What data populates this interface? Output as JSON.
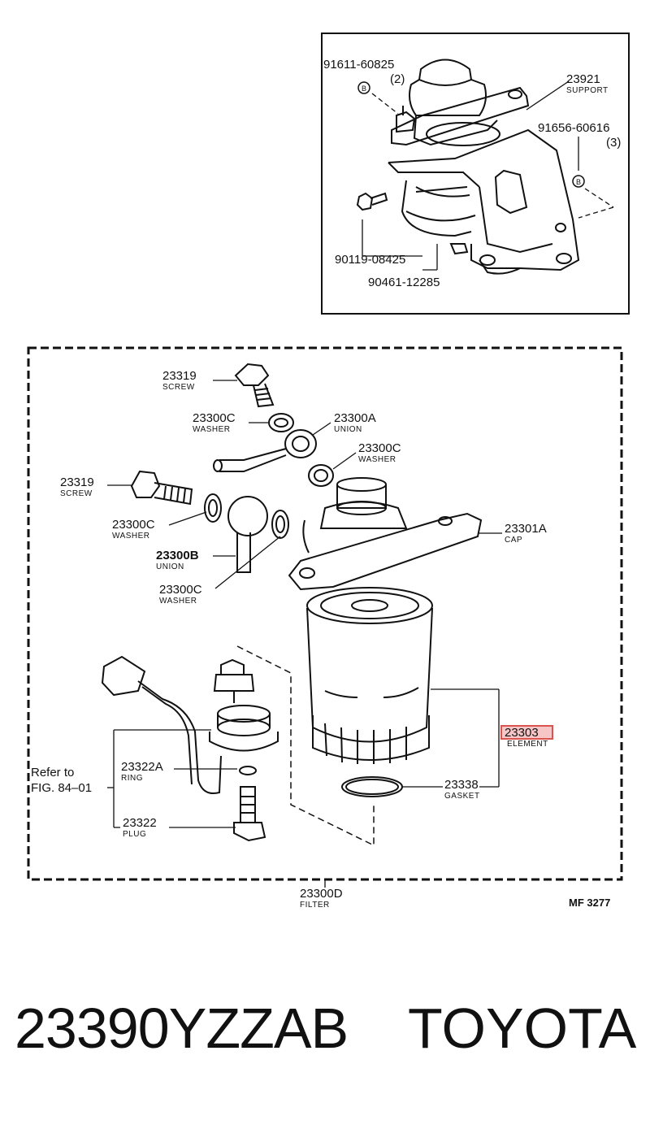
{
  "inset": {
    "labels": [
      {
        "id": "91611-60825",
        "qty": "(2)"
      },
      {
        "id": "23921",
        "name": "SUPPORT"
      },
      {
        "id": "91656-60616",
        "qty": "(3)"
      },
      {
        "id": "90119-08425"
      },
      {
        "id": "90461-12285"
      }
    ],
    "marker": "B"
  },
  "main": {
    "parts": [
      {
        "id": "23319",
        "name": "SCREW"
      },
      {
        "id": "23300C",
        "name": "WASHER"
      },
      {
        "id": "23300A",
        "name": "UNION"
      },
      {
        "id": "23300C",
        "name": "WASHER"
      },
      {
        "id": "23319",
        "name": "SCREW"
      },
      {
        "id": "23300C",
        "name": "WASHER"
      },
      {
        "id": "23300B",
        "name": "UNION"
      },
      {
        "id": "23300C",
        "name": "WASHER"
      },
      {
        "id": "23301A",
        "name": "CAP"
      },
      {
        "id": "23303",
        "name": "ELEMENT",
        "highlighted": true
      },
      {
        "id": "23322A",
        "name": "RING"
      },
      {
        "id": "23322",
        "name": "PLUG"
      },
      {
        "id": "23338",
        "name": "GASKET"
      },
      {
        "id": "23300D",
        "name": "FILTER"
      }
    ],
    "refer_line1": "Refer to",
    "refer_line2": "FIG. 84–01",
    "figure_code": "MF 3277"
  },
  "footer": {
    "part_code": "23390YZZAB",
    "brand": "TOYOTA"
  },
  "colors": {
    "line": "#111111",
    "highlight": "#d9534f",
    "highlight_fill": "#f7c6c6"
  }
}
